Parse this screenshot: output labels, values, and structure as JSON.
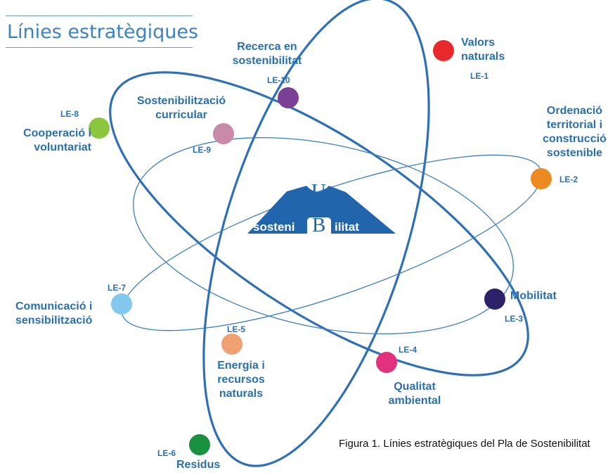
{
  "title": "Línies estratègiques",
  "caption": "Figura 1. Línies estratègiques del Pla de Sostenibilitat",
  "logo": {
    "letter_top": "U",
    "word_left": "sosteni",
    "letter_bottom": "B",
    "word_right": "ilitat"
  },
  "colors": {
    "orbit": "#2e6fb5",
    "text": "#2a6fb0",
    "logo": "#2166ad"
  },
  "nodes": [
    {
      "code": "LE-1",
      "name": "Valors naturals",
      "color": "#e8282b"
    },
    {
      "code": "LE-2",
      "name": "Ordenació territorial i construcció sostenible",
      "color": "#ec8a22"
    },
    {
      "code": "LE-3",
      "name": "Mobilitat",
      "color": "#2b226a"
    },
    {
      "code": "LE-4",
      "name": "Qualitat ambiental",
      "color": "#e2317f"
    },
    {
      "code": "LE-5",
      "name": "Energia i recursos naturals",
      "color": "#f0a072"
    },
    {
      "code": "LE-6",
      "name": "Residus",
      "color": "#1a9140"
    },
    {
      "code": "LE-7",
      "name": "Comunicació i sensibilització",
      "color": "#82c8ef"
    },
    {
      "code": "LE-8",
      "name": "Cooperació i voluntariat",
      "color": "#8cc63e"
    },
    {
      "code": "LE-9",
      "name": "Sostenibilització curricular",
      "color": "#c88aa8"
    },
    {
      "code": "LE-10",
      "name": "Recerca en sostenibilitat",
      "color": "#7b3f96"
    }
  ]
}
